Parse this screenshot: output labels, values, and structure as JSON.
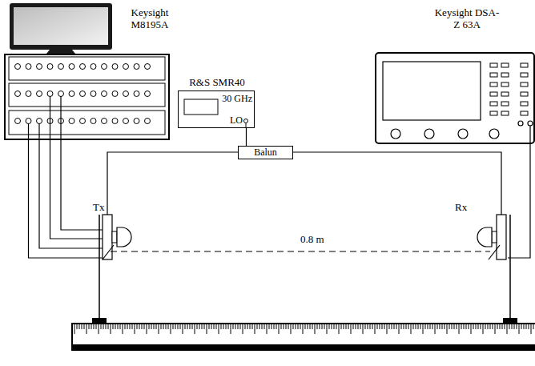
{
  "diagram": {
    "nodes": [
      {
        "text": [
          "Keysight M8195A"
        ]
      },
      {
        "text": [
          "R&S SMR40",
          "30 GHz",
          "LO"
        ]
      },
      {
        "text": [
          "Balun"
        ]
      },
      {
        "text": [
          "Keysight DSA-Z 63A"
        ]
      }
    ],
    "edges": [
      {
        "from": 1,
        "to": 2,
        "arrow": "none"
      }
    ],
    "labels": [
      "Tx",
      "Rx",
      "0.8 m"
    ]
  }
}
